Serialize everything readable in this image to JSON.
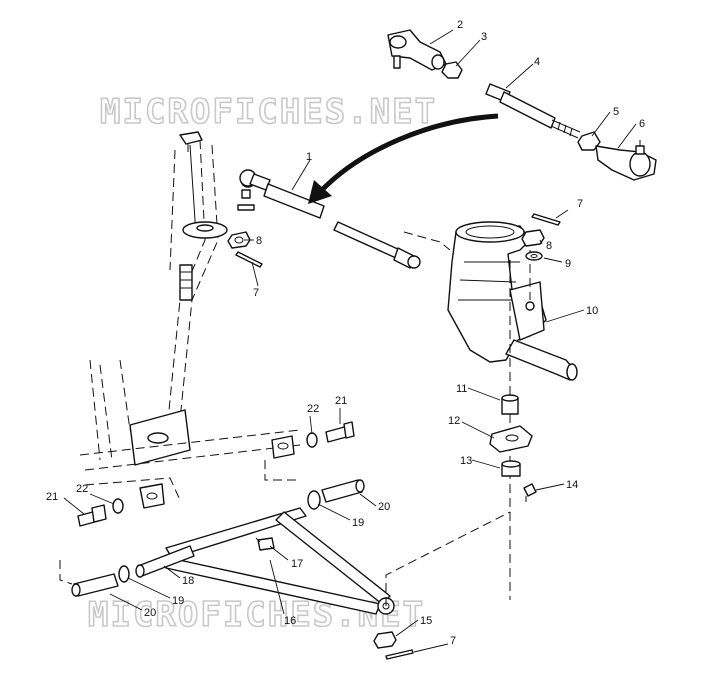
{
  "watermark_text": "MICROFICHES.NET",
  "callouts": {
    "c1": "1",
    "c2": "2",
    "c3": "3",
    "c4": "4",
    "c5": "5",
    "c6": "6",
    "c7a": "7",
    "c7b": "7",
    "c7c": "7",
    "c8a": "8",
    "c8b": "8",
    "c9": "9",
    "c10": "10",
    "c11": "11",
    "c12": "12",
    "c13": "13",
    "c14": "14",
    "c15": "15",
    "c16": "16",
    "c17": "17",
    "c18": "18",
    "c19a": "19",
    "c19b": "19",
    "c20a": "20",
    "c20b": "20",
    "c21a": "21",
    "c21b": "21",
    "c22a": "22",
    "c22b": "22"
  }
}
